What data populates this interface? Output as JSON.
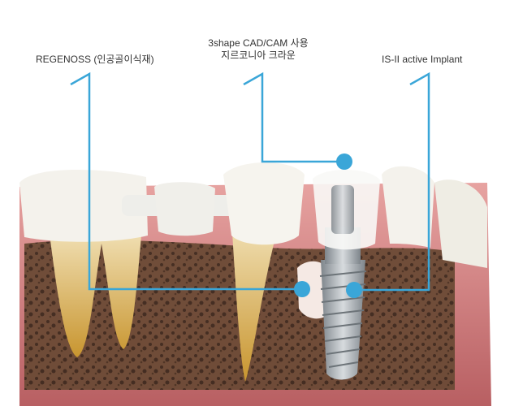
{
  "labels": {
    "regenoss": "REGENOSS (인공골이식재)",
    "crown_line1": "3shape CAD/CAM 사용",
    "crown_line2": "지르코니아 크라운",
    "implant": "IS-II active Implant"
  },
  "colors": {
    "callout": "#3aa6d8",
    "gum": "#d9898a",
    "bone": "#5a3e2e",
    "tooth": "#f3f1ea",
    "root": "#d8b46a",
    "implant": "#a8aeb3"
  }
}
